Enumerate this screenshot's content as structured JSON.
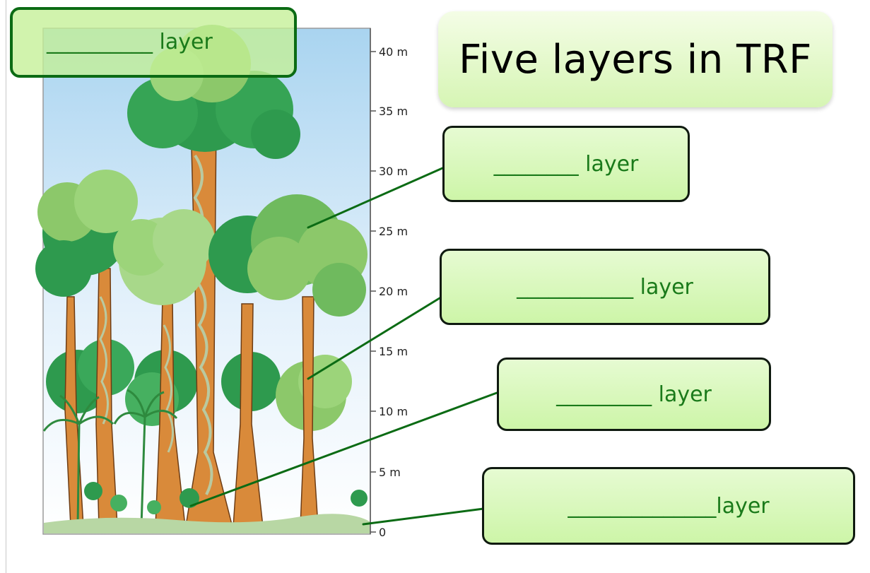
{
  "title": "Five layers in TRF",
  "boxes": [
    {
      "id": "top",
      "text": "__________ layer"
    },
    {
      "id": "2",
      "text": "________ layer"
    },
    {
      "id": "3",
      "text": "___________ layer"
    },
    {
      "id": "4",
      "text": "_________ layer"
    },
    {
      "id": "5",
      "text": "______________layer"
    }
  ],
  "scale": {
    "unit": "m",
    "ticks": [
      "40 m",
      "35 m",
      "30 m",
      "25 m",
      "20 m",
      "15 m",
      "10 m",
      "5 m",
      "0"
    ]
  },
  "colors": {
    "box_fill": "#cdf5a8",
    "box_text": "#1a7a1a",
    "top_box_border": "#0b6b14",
    "leader_line": "#0b6b14",
    "sky_top": "#a9d4f0",
    "trunk": "#d98a3a",
    "canopy_dark": "#2e9a4e",
    "canopy_light": "#8cc86a"
  }
}
